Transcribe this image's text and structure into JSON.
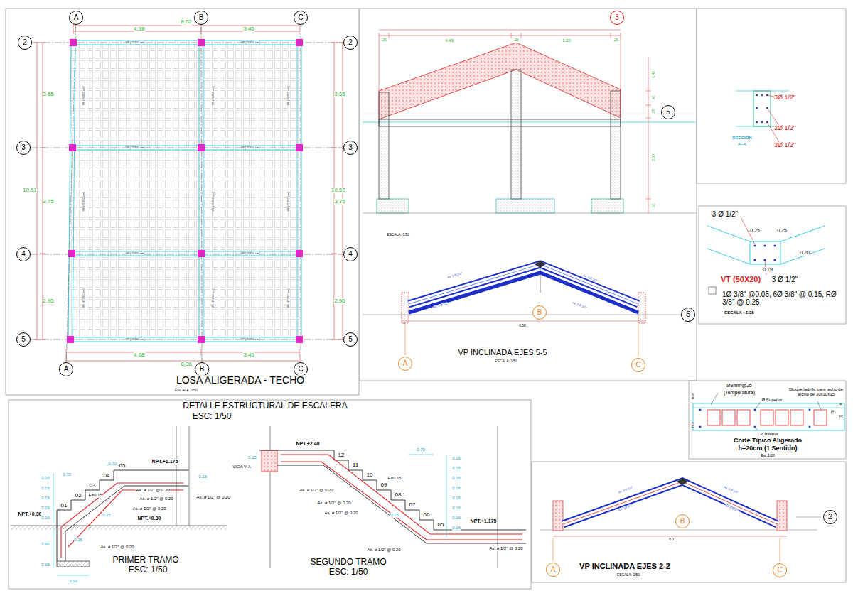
{
  "diagram": {
    "nodes": [
      {
        "text": [
          "A"
        ]
      },
      {
        "text": [
          "B"
        ]
      },
      {
        "text": [
          "C"
        ]
      },
      {
        "text": [
          "2"
        ]
      },
      {
        "text": [
          "3"
        ]
      },
      {
        "text": [
          "4"
        ]
      },
      {
        "text": [
          "5"
        ]
      },
      {
        "text": [
          "2"
        ]
      },
      {
        "text": [
          "3"
        ]
      },
      {
        "text": [
          "4"
        ]
      },
      {
        "text": [
          "5"
        ]
      },
      {
        "text": [
          "A"
        ]
      },
      {
        "text": [
          "B"
        ]
      },
      {
        "text": [
          "C"
        ]
      },
      {
        "text": [
          "3"
        ]
      },
      {
        "text": [
          "5"
        ]
      },
      {
        "text": [
          "B"
        ]
      },
      {
        "text": [
          "5"
        ]
      },
      {
        "text": [
          "A"
        ]
      },
      {
        "text": [
          "C"
        ]
      },
      {
        "text": [
          "B"
        ]
      },
      {
        "text": [
          "2"
        ]
      },
      {
        "text": [
          "A"
        ]
      },
      {
        "text": [
          "C"
        ]
      }
    ],
    "edges": [
      {
        "from": 0,
        "to": 11,
        "arrow": "none"
      },
      {
        "from": 1,
        "to": 12,
        "arrow": "none"
      },
      {
        "from": 2,
        "to": 13,
        "arrow": "none"
      },
      {
        "from": 3,
        "to": 7,
        "arrow": "none"
      },
      {
        "from": 4,
        "to": 8,
        "arrow": "none"
      },
      {
        "from": 5,
        "to": 9,
        "arrow": "none"
      },
      {
        "from": 6,
        "to": 10,
        "arrow": "none"
      }
    ],
    "labels": [
      "4.38",
      "8.02",
      "3.45",
      "3.65",
      "10.61",
      "3.75",
      "2.95",
      "3.65",
      "10.60",
      "3.75",
      "2.95",
      "4.68",
      "8.36",
      "3.45",
      "LOSA ALIGERADA - TECHO",
      "ESCALA: 1/50",
      "VP (25X50 cm)",
      "VP (25X50 cm)",
      "VP (25X50 cm)",
      "VP (25X50 cm)",
      "VP (25X50 cm)",
      "VP (25X50 cm)",
      "VP (25X50 cm)",
      "VP (25X50 cm)",
      "VS (25X50 cm)",
      "VS (25X50 cm)",
      "VS (25X50 cm)",
      "VS (25X50 cm)",
      "VS (25X50 cm)",
      "VS (25X50 cm)",
      "VS (25X50 cm)",
      "VS (25X50 cm)",
      "VS (25X50 cm)",
      ".25",
      "4.43",
      ".25",
      "3.20",
      ".25",
      "1.45",
      ".40",
      ".20",
      "2.60",
      ".50",
      "ESCALA: 1/50",
      "VP INCLINADA EJES 5-5",
      "ESCALA: 1/50",
      "8.58",
      "As: 3 Ø 1/2\"",
      "As: 3 Ø 1/2\"",
      "As: 3 Ø 1/2\"",
      "As: 3 Ø 1/2\"",
      "3Ø 1/2\"",
      "2Ø 1/2\"",
      "3Ø 1/2\"",
      "SECCIÓN",
      "A–A",
      "3 Ø 1/2\"",
      "0.25",
      "0.25",
      "0.20",
      "0.19",
      "VT (50X20)",
      "3 Ø 1/2\"",
      "1Ø 3/8\" @0.05, 6Ø 3/8\" @ 0.15, RØ 3/8\" @ 0.25",
      "ESCALA : 1/25",
      "Ø8mm@25",
      "(Temperatura)",
      "Bloque ladrillo para techo de arcilla de 30x30x15",
      "Ø Superior",
      "Ø Inferior",
      "Corte Típico Aligerado",
      "h=20cm (1 Sentido)",
      "Esc.1/20",
      "5",
      "15",
      "20",
      "R=2",
      "R=2",
      "VP INCLINADA EJES 2-2",
      "ESCALA: 1/50",
      "6.07",
      "As: 3 Ø 1/2\"",
      "As: 3 Ø 1/2\"",
      "As: 3 Ø 1/2\"",
      "As: 3 Ø 1/2\"",
      "DETALLE ESTRUCTURAL DE ESCALERA",
      "ESC: 1/50",
      "PRIMER TRAMO",
      "ESC: 1/50",
      "SEGUNDO TRAMO",
      "ESC: 1/50",
      "01",
      "02",
      "03",
      "04",
      "05",
      "NPT.+1.175",
      "NPT.+0.30",
      "NPT.+0.30",
      "E=0.15",
      "0.70",
      "0.70",
      "0.15",
      "0.90",
      "0.15",
      "0.50",
      "0.25",
      "0.25",
      "0.16",
      "0.16",
      "0.16",
      "0.16",
      "0.16",
      "As. ø 1/2\" @ 0.20",
      "As. ø 1/2\" @ 0.20",
      "As. ø 1/2\" @ 0.20",
      "As. ø 1/2\" @ 0.20",
      "As. ø 1/2\" @ 0.20",
      "NPT.+2.40",
      "VIGA V-A",
      "0.15",
      "12",
      "11",
      "10",
      "09",
      "08",
      "07",
      "06",
      "05",
      "E=0.15",
      "0.70",
      "0.25",
      "0.16",
      "0.16",
      "0.16",
      "0.16",
      "0.16",
      "0.16",
      "0.16",
      "0.16",
      "NPT.+1.175",
      "As. ø 1/2\" @ 0.20",
      "As. ø 1/2\" @ 0.20",
      "As. ø 1/2\" @ 0.20",
      "As. ø 1/2\" @ 0.20",
      "As. ø 1/2\" @ 0.20"
    ]
  }
}
